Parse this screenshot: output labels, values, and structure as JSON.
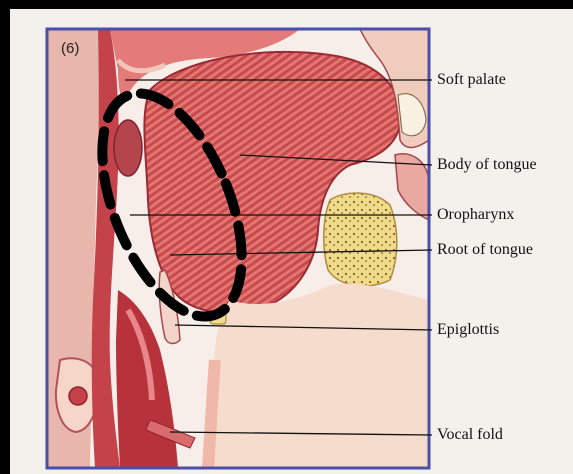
{
  "figure": {
    "panel_number": "(6)",
    "labels": [
      {
        "id": "soft-palate",
        "text": "Soft palate"
      },
      {
        "id": "body-of-tongue",
        "text": "Body of tongue"
      },
      {
        "id": "oropharynx",
        "text": "Oropharynx"
      },
      {
        "id": "root-of-tongue",
        "text": "Root of tongue"
      },
      {
        "id": "epiglottis",
        "text": "Epiglottis"
      },
      {
        "id": "vocal-fold",
        "text": "Vocal fold"
      }
    ]
  },
  "colors": {
    "frame": "#4a4fa8",
    "tissue": "#d9605e",
    "tissue_dark": "#a82c32",
    "tissue_light": "#f2b4a8",
    "bone": "#efdc8a",
    "highlight_ellipse": "#000000"
  }
}
